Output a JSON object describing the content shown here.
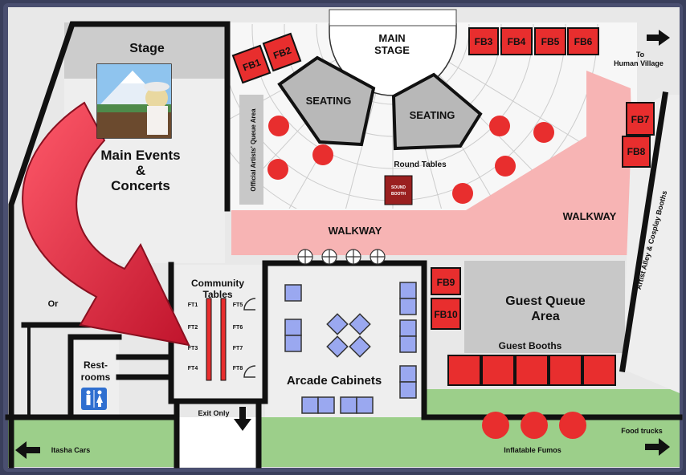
{
  "areas": {
    "stage": "Stage",
    "main_events": [
      "Main Events",
      "&",
      "Concerts"
    ],
    "main_stage": [
      "MAIN",
      "STAGE"
    ],
    "seating_left": "SEATING",
    "seating_right": "SEATING",
    "round_tables": "Round Tables",
    "sound_booth": [
      "SOUND",
      "BOOTH"
    ],
    "official_queue": "Official Artists' Queue Area",
    "walkway_left": "WALKWAY",
    "walkway_right": "WALKWAY",
    "to_village": [
      "To",
      "Human Village"
    ],
    "artist_alley": "Artist Alley & Cosplay Booths",
    "community_tables": [
      "Community",
      "Tables"
    ],
    "arcade": "Arcade Cabinets",
    "restrooms": [
      "Rest-",
      "rooms"
    ],
    "exit_only": "Exit Only",
    "guest_queue": [
      "Guest Queue",
      "Area"
    ],
    "guest_booths": "Guest Booths",
    "inflatable_fumos": "Inflatable Fumos",
    "food_trucks": "Food trucks",
    "itasha_cars": "Itasha Cars",
    "partial_label": "Or"
  },
  "food_booths": {
    "fb1": "FB1",
    "fb2": "FB2",
    "fb3": "FB3",
    "fb4": "FB4",
    "fb5": "FB5",
    "fb6": "FB6",
    "fb7": "FB7",
    "fb8": "FB8",
    "fb9": "FB9",
    "fb10": "FB10"
  },
  "fan_tables": {
    "ft1": "FT1",
    "ft2": "FT2",
    "ft3": "FT3",
    "ft4": "FT4",
    "ft5": "FT5",
    "ft6": "FT6",
    "ft7": "FT7",
    "ft8": "FT8"
  },
  "colors": {
    "booth_red": "#e82e2e",
    "walkway_pink": "#f7b4b4",
    "grass_green": "#9ccf8a",
    "stage_gray": "#c8c8c8",
    "floor": "#ececec",
    "arrow_red": "#d9233a",
    "cabinet_blue": "#9aa8f0"
  },
  "icons": [
    "restroom-icon",
    "arrow-right-icon",
    "arrow-left-icon",
    "arrow-down-icon",
    "stage-thumbnail"
  ]
}
